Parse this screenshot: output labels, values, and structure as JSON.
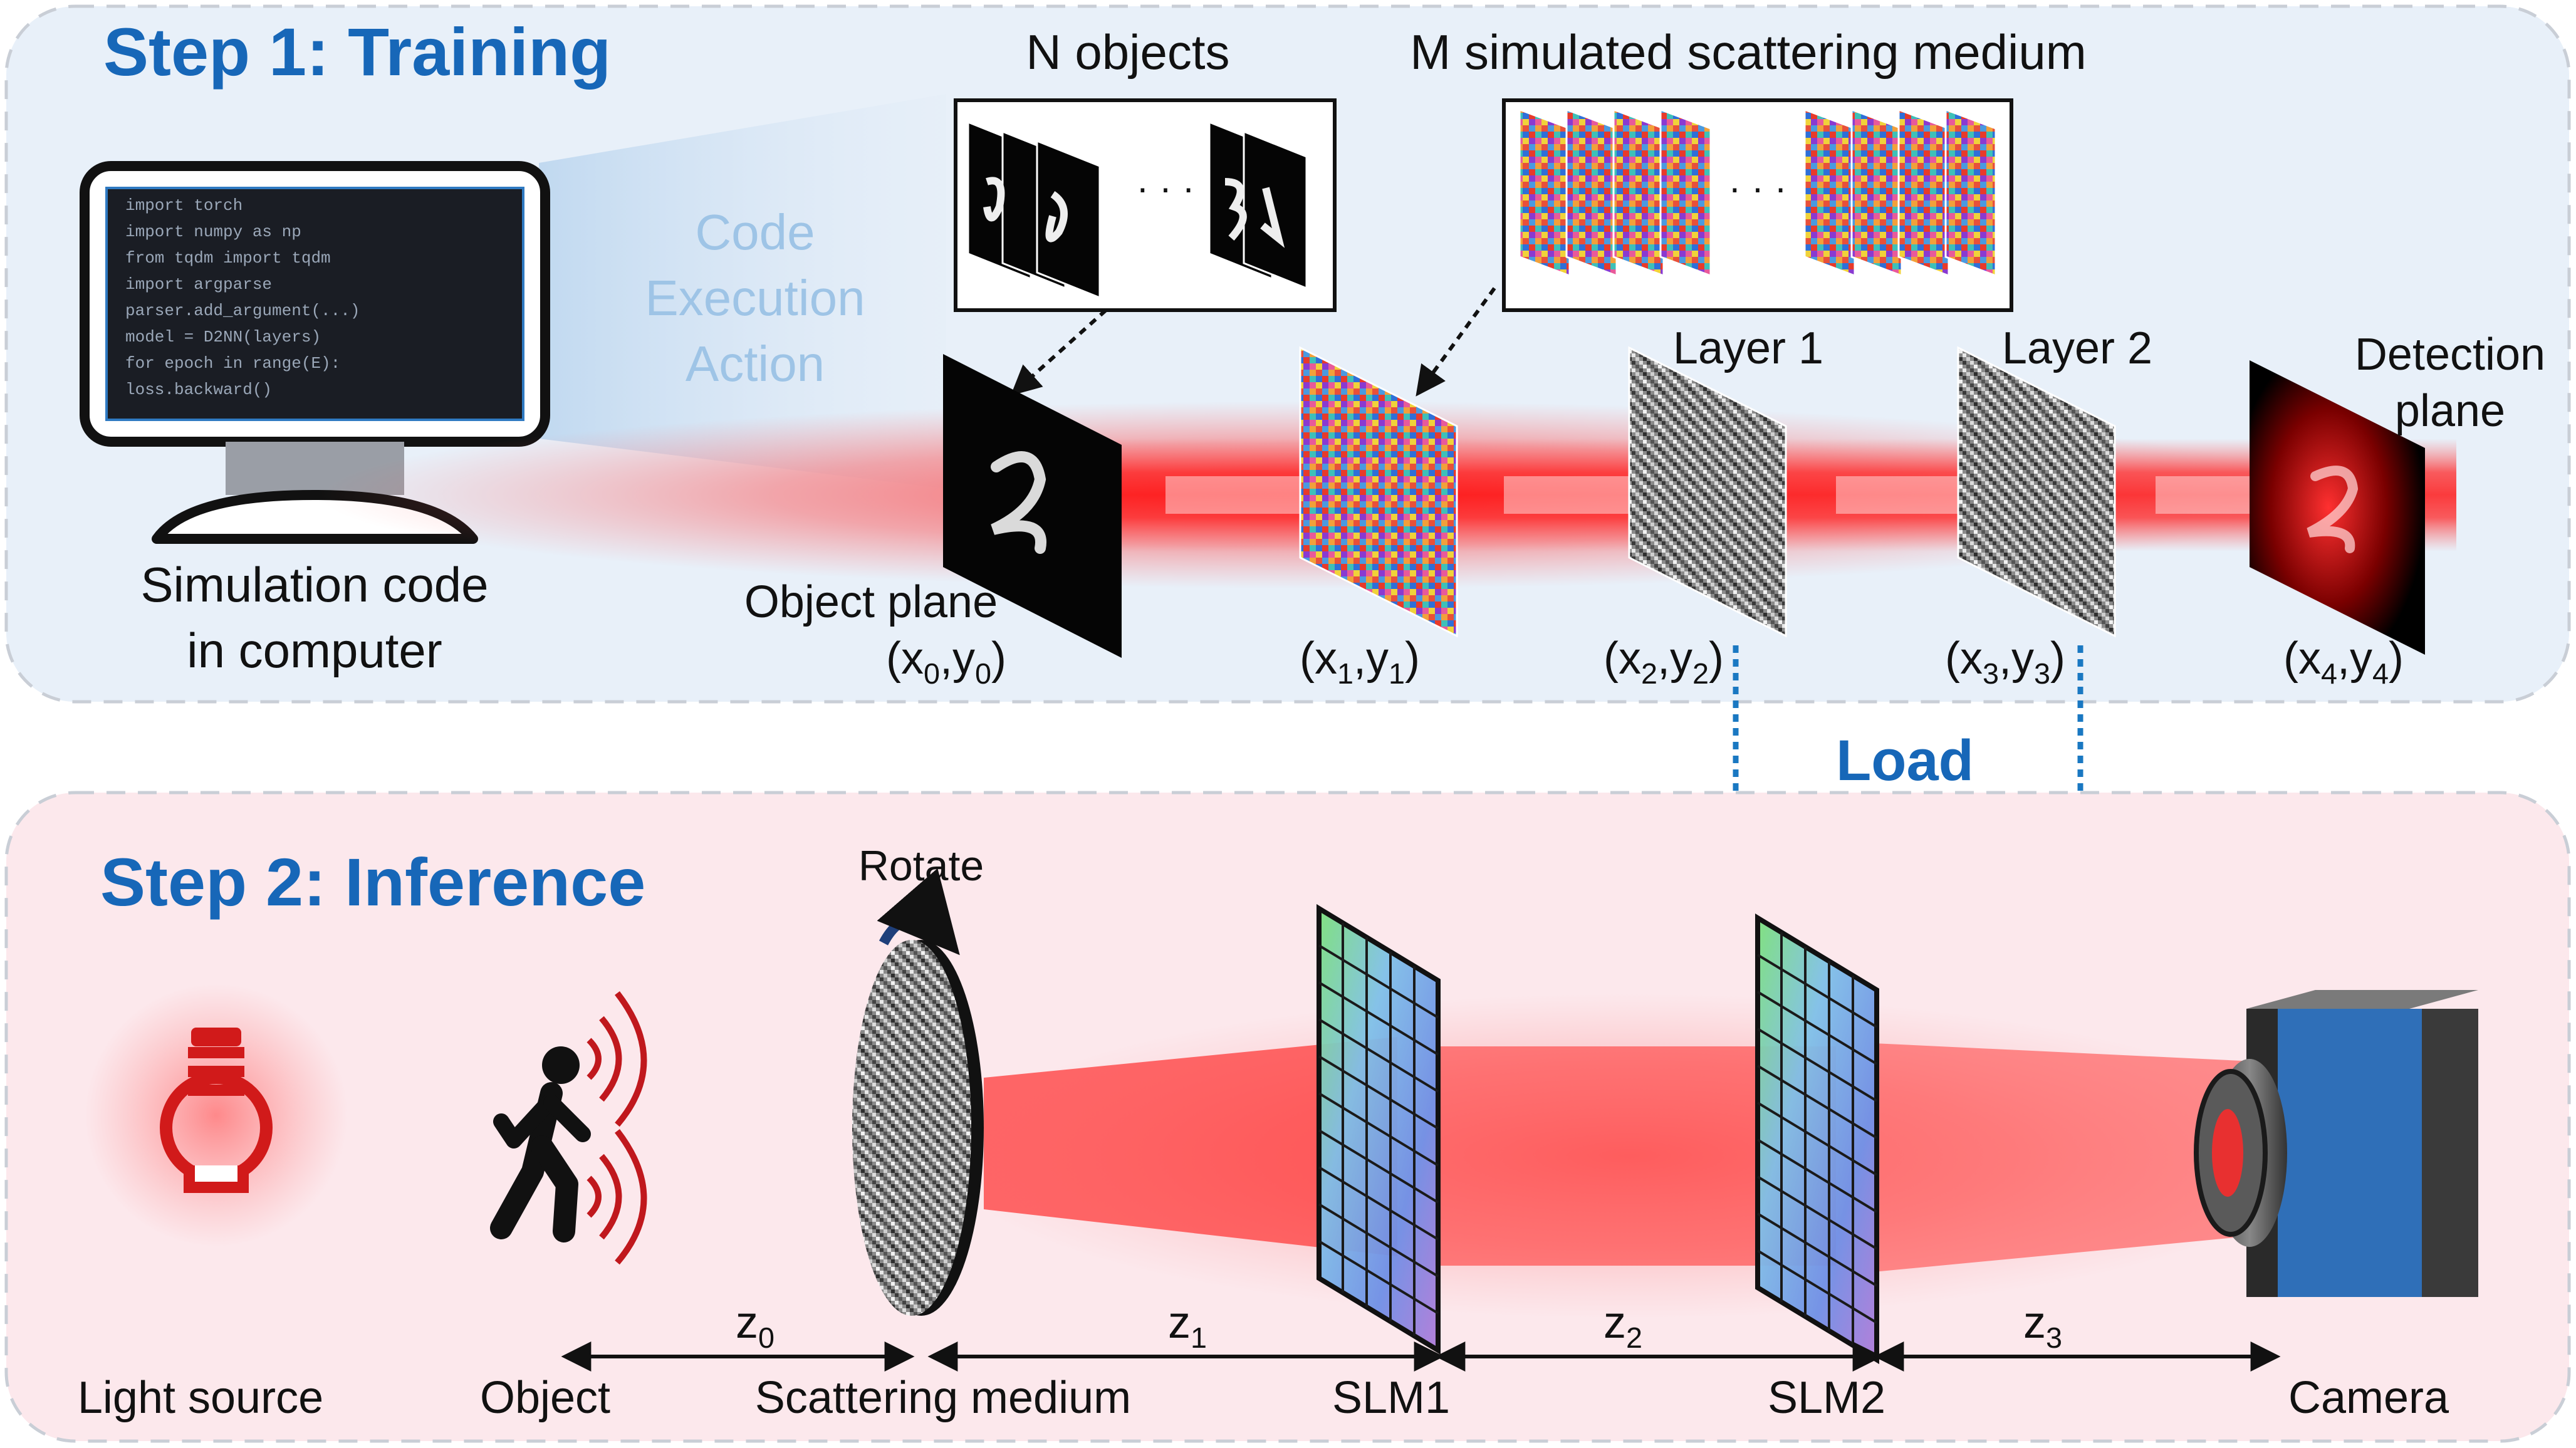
{
  "step1": {
    "title": "Step 1: Training",
    "computer_caption": [
      "Simulation code",
      "in computer"
    ],
    "code_action": [
      "Code",
      "Execution",
      "Action"
    ],
    "objects_label": "N objects",
    "media_label": "M simulated scattering medium",
    "layer1_label": "Layer 1",
    "layer2_label": "Layer 2",
    "detection_label": [
      "Detection",
      "plane"
    ],
    "object_plane_label": "Object plane",
    "coords": [
      {
        "base": "(x",
        "sub": "0",
        "mid": ",y",
        "sub2": "0",
        "end": ")"
      },
      {
        "base": "(x",
        "sub": "1",
        "mid": ",y",
        "sub2": "1",
        "end": ")"
      },
      {
        "base": "(x",
        "sub": "2",
        "mid": ",y",
        "sub2": "2",
        "end": ")"
      },
      {
        "base": "(x",
        "sub": "3",
        "mid": ",y",
        "sub2": "3",
        "end": ")"
      },
      {
        "base": "(x",
        "sub": "4",
        "mid": ",y",
        "sub2": "4",
        "end": ")"
      }
    ],
    "ellipsis": "· · ·",
    "code_lines": [
      "import torch",
      "import numpy as np",
      "from tqdm import tqdm",
      "import argparse",
      "parser.add_argument(...)",
      "model = D2NN(layers)",
      "for epoch in range(E):",
      "  loss.backward()"
    ]
  },
  "load_label": "Load",
  "step2": {
    "title": "Step 2: Inference",
    "rotate_label": "Rotate",
    "distances": [
      {
        "base": "z",
        "sub": "0"
      },
      {
        "base": "z",
        "sub": "1"
      },
      {
        "base": "z",
        "sub": "2"
      },
      {
        "base": "z",
        "sub": "3"
      }
    ],
    "components": [
      "Light source",
      "Object",
      "Scattering medium",
      "SLM1",
      "SLM2",
      "Camera"
    ]
  },
  "colors": {
    "accent": "#1767b8",
    "panel_top": "#e8f0f9",
    "panel_bottom": "#fce8ec",
    "beam": "#ff2a2a",
    "load_arrow": "#1a78c2"
  },
  "icons": [
    "computer-monitor-icon",
    "light-bulb-icon",
    "walking-person-icon",
    "rotate-arrow-icon",
    "camera-icon"
  ]
}
